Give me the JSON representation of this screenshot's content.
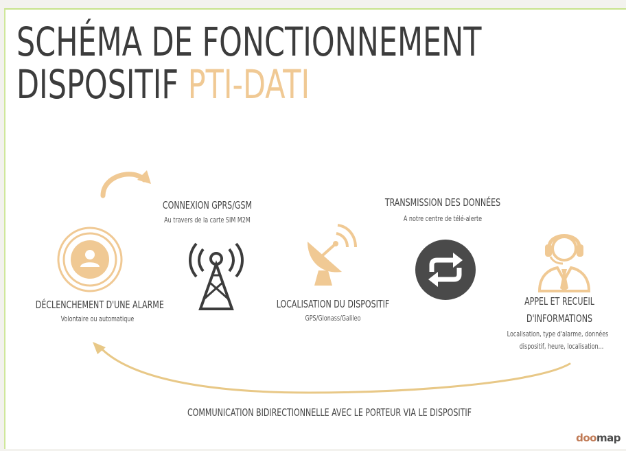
{
  "title": {
    "line1": "SCHÉMA DE FONCTIONNEMENT",
    "line2_prefix": "DISPOSITIF ",
    "line2_accent": "PTI-DATI"
  },
  "steps": {
    "alarm": {
      "title": "DÉCLENCHEMENT D'UNE ALARME",
      "subtitle": "Volontaire ou automatique",
      "icon": "person-alarm-icon"
    },
    "connection": {
      "title": "CONNEXION GPRS/GSM",
      "subtitle": "Au travers de la carte SIM M2M",
      "icon": "antenna-tower-icon"
    },
    "localisation": {
      "title": "LOCALISATION DU DISPOSITIF",
      "subtitle": "GPS/Glonass/Galileo",
      "icon": "satellite-dish-icon"
    },
    "transmission": {
      "title": "TRANSMISSION DES DONNÉES",
      "subtitle": "A notre centre de télé-alerte",
      "icon": "sync-arrows-icon"
    },
    "call": {
      "title_line1": "APPEL ET RECUEIL",
      "title_line2": "D'INFORMATIONS",
      "subtitle_line1": "Localisation, type d'alarme, données",
      "subtitle_line2": "dispositif, heure, localisation...",
      "icon": "operator-headset-icon"
    }
  },
  "bottom_caption": "COMMUNICATION BIDIRECTIONNELLE AVEC LE PORTEUR VIA LE DISPOSITIF",
  "logo": {
    "part1": "doo",
    "part2": "map"
  },
  "colors": {
    "accent": "#f0c994",
    "dark": "#3c3c3c",
    "border": "#c7e38a",
    "logo": "#c07a55"
  }
}
